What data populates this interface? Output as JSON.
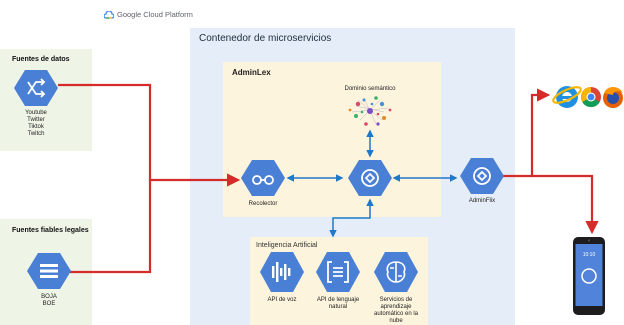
{
  "header": {
    "brand": "Google Cloud Platform"
  },
  "containers": {
    "microservices": "Contenedor de microservicios",
    "adminlex": "AdminLex",
    "ai": "Inteligencia Artificial"
  },
  "sources": {
    "data": {
      "title": "Fuentes de datos",
      "items": [
        "Youtube",
        "Twitter",
        "Tiktok",
        "Twitch"
      ]
    },
    "legal": {
      "title": "Fuentes fiables legales",
      "items": [
        "BOJA",
        "BOE"
      ]
    }
  },
  "nodes": {
    "domain": "Dominio semántico",
    "collector": "Recolector",
    "adminflix": "AdminFlix"
  },
  "ai_services": {
    "voice": "API de voz",
    "language": "API de lenguaje natural",
    "ml": "Servicios de aprendizaje automático en la nube"
  },
  "phone": {
    "time": "10:10"
  },
  "colors": {
    "hex_blue": "#4a7fd6",
    "arrow_red": "#d62b2b",
    "arrow_blue": "#1f78c8",
    "adminlex_bg": "#fcf4dd",
    "container_bg": "#e5eef8",
    "source_bg": "#eef5e6"
  }
}
